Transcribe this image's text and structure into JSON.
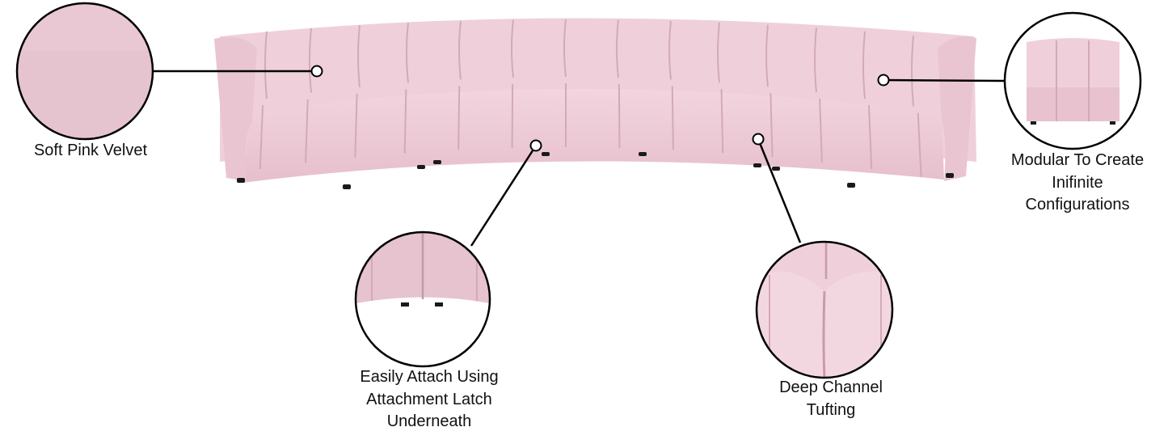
{
  "colors": {
    "velvet": "#efcfd9",
    "velvet_shadow": "#dcb1bf",
    "velvet_dark": "#c99aab",
    "leg": "#1a1a1a",
    "line": "#000000"
  },
  "callouts": [
    {
      "id": "soft-pink-velvet",
      "lines": [
        "Soft Pink Velvet"
      ]
    },
    {
      "id": "modular",
      "lines": [
        "Modular To Create",
        "Inifinite",
        "Configurations"
      ]
    },
    {
      "id": "attach-latch",
      "lines": [
        "Easily Attach Using",
        "Attachment Latch",
        "Underneath"
      ]
    },
    {
      "id": "deep-channel",
      "lines": [
        "Deep Channel",
        "Tufting"
      ]
    }
  ]
}
